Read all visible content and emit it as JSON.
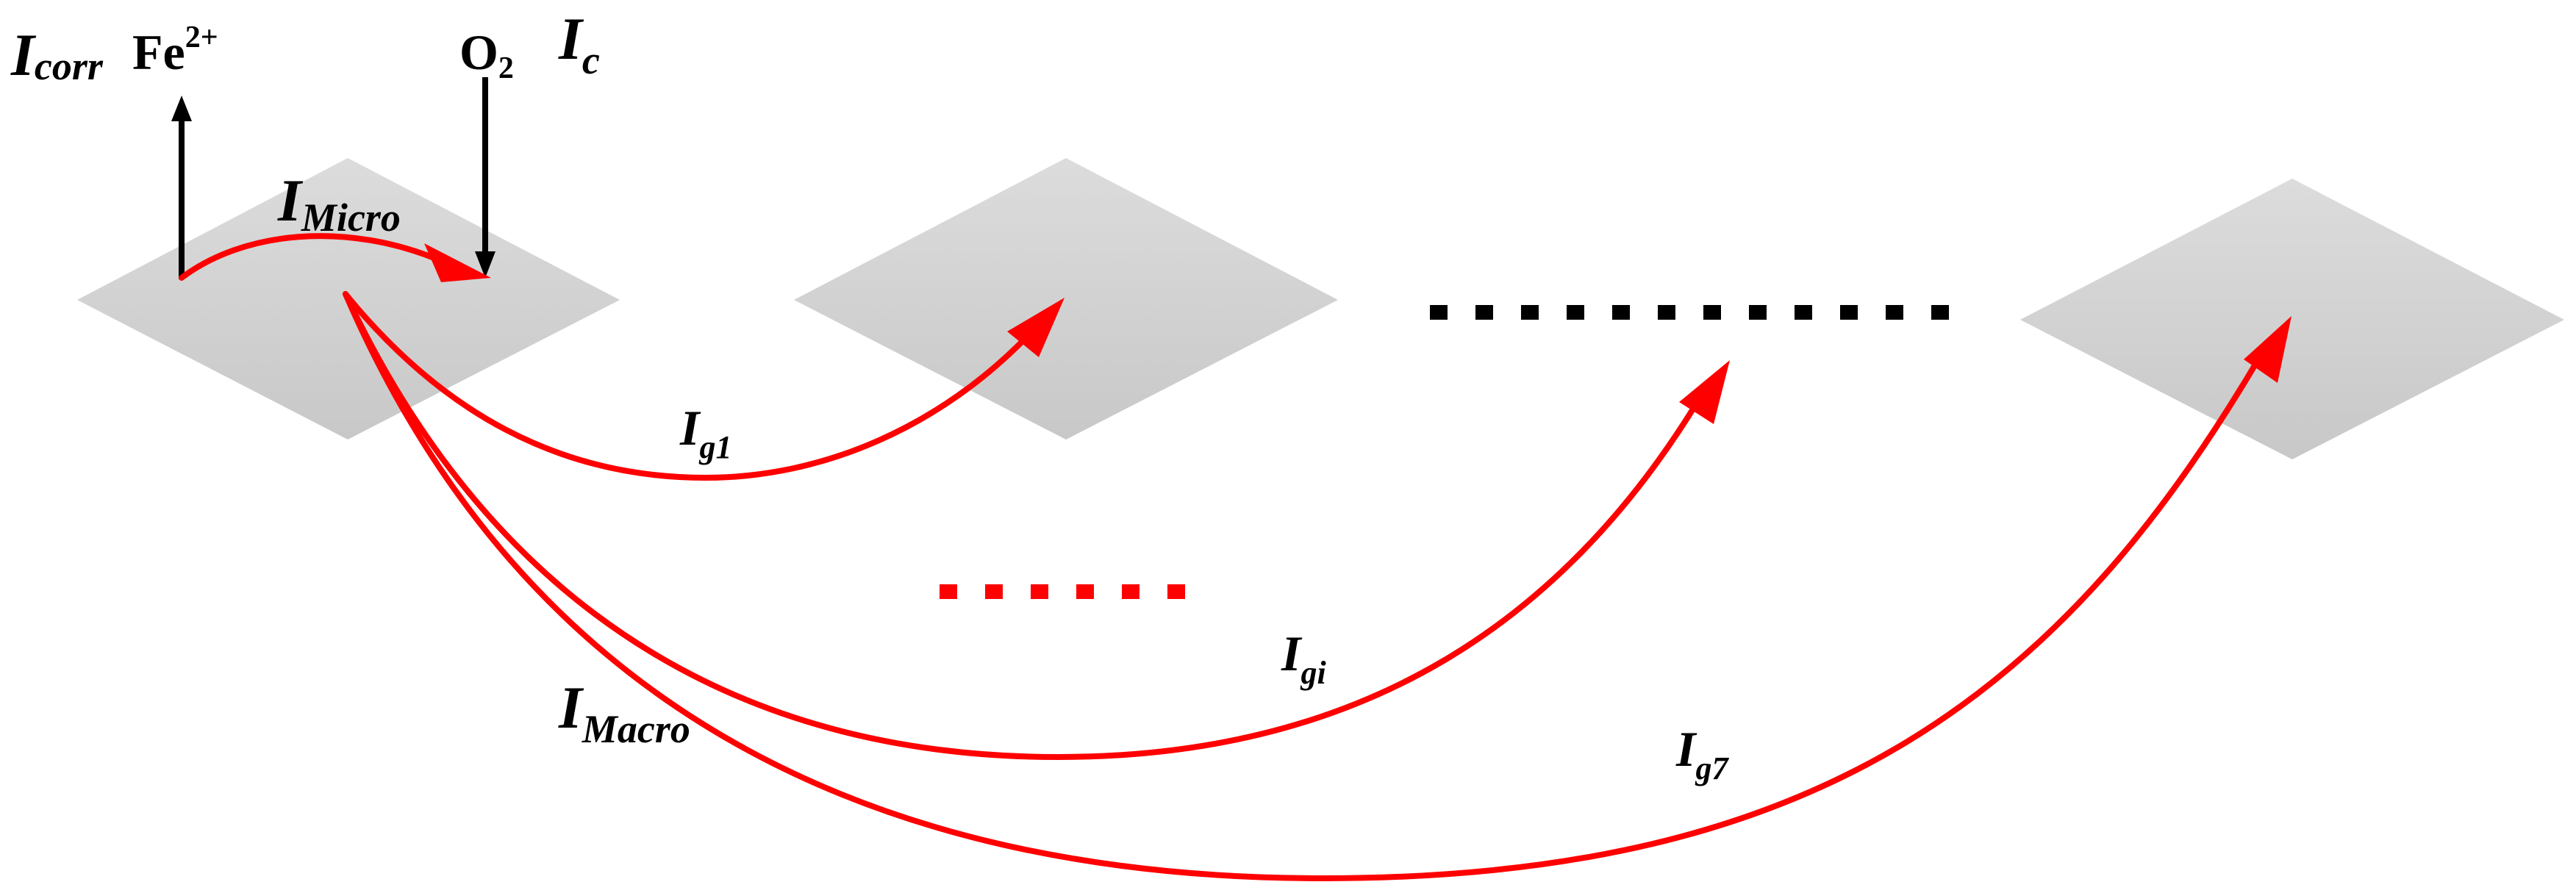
{
  "labels": {
    "i_corr": {
      "main": "I",
      "sub": "corr"
    },
    "fe": {
      "main": "Fe",
      "sup": "2+"
    },
    "o2": {
      "main": "O",
      "sub": "2"
    },
    "i_c": {
      "main": "I",
      "sub": "c"
    },
    "i_micro": {
      "main": "I",
      "sub": "Micro"
    },
    "i_macro": {
      "main": "I",
      "sub": "Macro"
    },
    "i_g1": {
      "main": "I",
      "sub": "g1"
    },
    "i_gi": {
      "main": "I",
      "sub": "gi"
    },
    "i_g7": {
      "main": "I",
      "sub": "g7"
    }
  },
  "colors": {
    "plate_fill": "#d4d4d4",
    "plate_edge": "#c4c4c4",
    "current_red": "#ff0000",
    "arrow_black": "#000000",
    "text": "#000000"
  }
}
